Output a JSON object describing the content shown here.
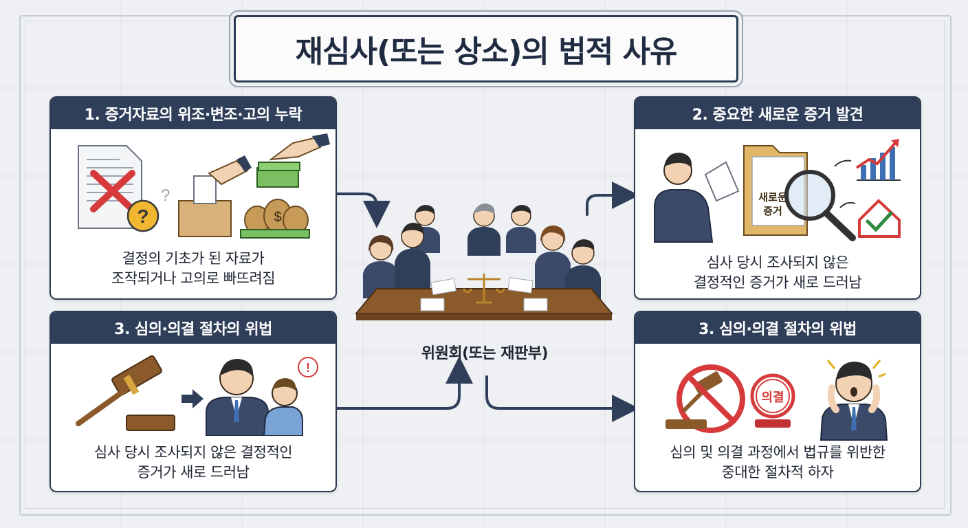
{
  "title": "재심사(또는 상소)의 법적 사유",
  "center": {
    "label": "위원회(또는 재판부)"
  },
  "cards": [
    {
      "heading": "1. 증거자료의 위조·변조·고의 누락",
      "line1": "결정의 기초가 된 자료가",
      "line2": "조작되거나 고의로 빠뜨려짐"
    },
    {
      "heading": "2. 중요한 새로운 증거 발견",
      "line1": "심사 당시 조사되지 않은",
      "line2": "결정적인 증거가 새로 드러남",
      "folder_text1": "새로운",
      "folder_text2": "증거"
    },
    {
      "heading": "3. 심의·의결 절차의 위법",
      "line1": "심사 당시 조사되지 않은 결정적인",
      "line2": "증거가 새로 드러남"
    },
    {
      "heading": "3. 심의·의결 절차의 위법",
      "line1": "심의 및 의결 과정에서 법규를 위반한",
      "line2": "중대한 절차적 하자",
      "stamp_text": "의결"
    }
  ],
  "colors": {
    "navy": "#2f3f5a",
    "red": "#d63a3a",
    "green": "#2e8b3d",
    "wood": "#8b5a2b",
    "gold": "#d9a640"
  }
}
